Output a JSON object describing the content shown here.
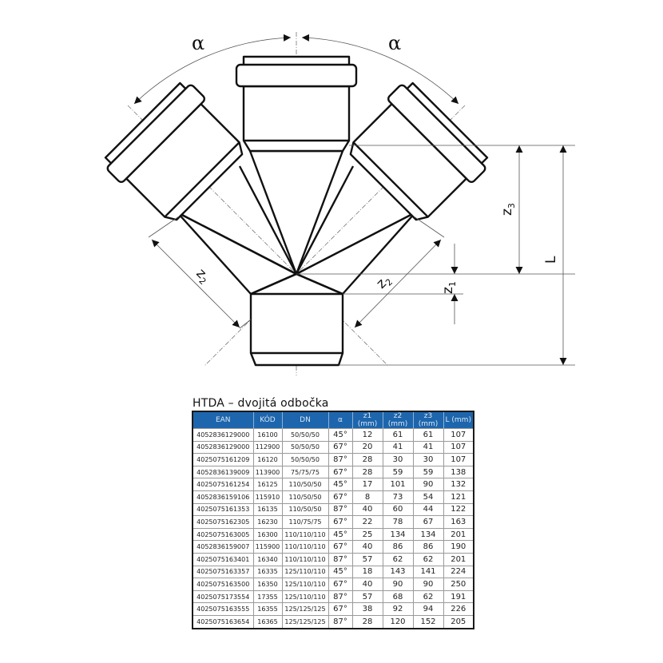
{
  "diagram": {
    "angle_label": "α",
    "dimensions": {
      "z1": {
        "letter": "z",
        "index": "1"
      },
      "z2": {
        "letter": "z",
        "index": "2"
      },
      "z3": {
        "letter": "z",
        "index": "3"
      },
      "L": {
        "letter": "L"
      }
    }
  },
  "table": {
    "title": "HTDA – dvojitá odbočka",
    "header_color": "#1d66ad",
    "headers": [
      "EAN",
      "KÓD",
      "DN",
      "α",
      "z1 (mm)",
      "z2 (mm)",
      "z3 (mm)",
      "L (mm)"
    ],
    "rows": [
      [
        "4052836129000",
        "16100",
        "50/50/50",
        "45°",
        "12",
        "61",
        "61",
        "107"
      ],
      [
        "4052836129000",
        "112900",
        "50/50/50",
        "67°",
        "20",
        "41",
        "41",
        "107"
      ],
      [
        "4025075161209",
        "16120",
        "50/50/50",
        "87°",
        "28",
        "30",
        "30",
        "107"
      ],
      [
        "4052836139009",
        "113900",
        "75/75/75",
        "67°",
        "28",
        "59",
        "59",
        "138"
      ],
      [
        "4025075161254",
        "16125",
        "110/50/50",
        "45°",
        "17",
        "101",
        "90",
        "132"
      ],
      [
        "4052836159106",
        "115910",
        "110/50/50",
        "67°",
        "8",
        "73",
        "54",
        "121"
      ],
      [
        "4025075161353",
        "16135",
        "110/50/50",
        "87°",
        "40",
        "60",
        "44",
        "122"
      ],
      [
        "4025075162305",
        "16230",
        "110/75/75",
        "67°",
        "22",
        "78",
        "67",
        "163"
      ],
      [
        "4025075163005",
        "16300",
        "110/110/110",
        "45°",
        "25",
        "134",
        "134",
        "201"
      ],
      [
        "4052836159007",
        "115900",
        "110/110/110",
        "67°",
        "40",
        "86",
        "86",
        "190"
      ],
      [
        "4025075163401",
        "16340",
        "110/110/110",
        "87°",
        "57",
        "62",
        "62",
        "201"
      ],
      [
        "4025075163357",
        "16335",
        "125/110/110",
        "45°",
        "18",
        "143",
        "141",
        "224"
      ],
      [
        "4025075163500",
        "16350",
        "125/110/110",
        "67°",
        "40",
        "90",
        "90",
        "250"
      ],
      [
        "4025075173554",
        "17355",
        "125/110/110",
        "87°",
        "57",
        "68",
        "62",
        "191"
      ],
      [
        "4025075163555",
        "16355",
        "125/125/125",
        "67°",
        "38",
        "92",
        "94",
        "226"
      ],
      [
        "4025075163654",
        "16365",
        "125/125/125",
        "87°",
        "28",
        "120",
        "152",
        "205"
      ]
    ]
  }
}
